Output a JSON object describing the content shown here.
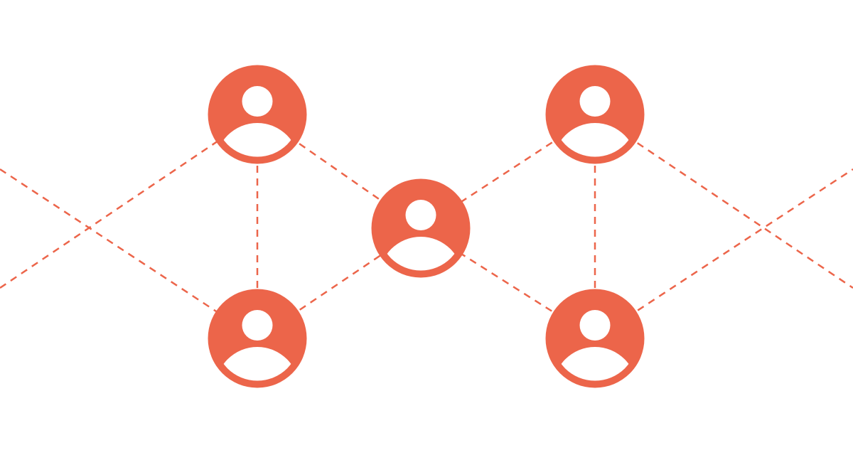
{
  "diagram": {
    "type": "network",
    "accent_color": "#EC654A",
    "background_color": "#FFFFFF",
    "node_icon": "user-icon",
    "nodes": [
      {
        "id": "top-left"
      },
      {
        "id": "top-right"
      },
      {
        "id": "center"
      },
      {
        "id": "bottom-left"
      },
      {
        "id": "bottom-right"
      }
    ],
    "edges": [
      [
        "top-left",
        "center"
      ],
      [
        "bottom-left",
        "center"
      ],
      [
        "top-right",
        "center"
      ],
      [
        "bottom-right",
        "center"
      ],
      [
        "top-left",
        "bottom-left"
      ],
      [
        "top-right",
        "bottom-right"
      ],
      [
        "left-edge-upper",
        "bottom-left"
      ],
      [
        "left-edge-lower",
        "top-left"
      ],
      [
        "top-right",
        "right-edge-lower"
      ],
      [
        "bottom-right",
        "right-edge-upper"
      ]
    ],
    "edge_style": "dashed"
  }
}
